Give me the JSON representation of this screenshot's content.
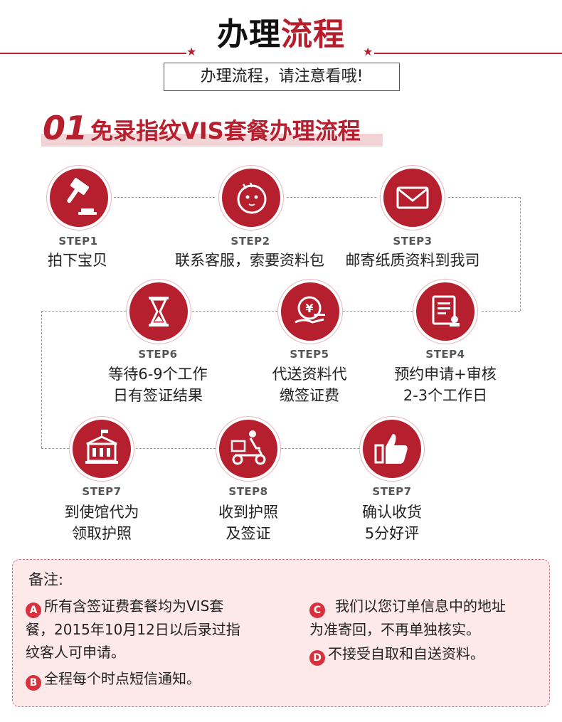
{
  "header": {
    "title_part1": "办理",
    "title_part2": "流程",
    "subtitle": "办理流程，请注意看哦!"
  },
  "section": {
    "number": "01",
    "title": "免录指纹VIS套餐办理流程"
  },
  "steps": [
    {
      "label": "STEP1",
      "desc": [
        "拍下宝贝"
      ],
      "icon": "gavel-icon"
    },
    {
      "label": "STEP2",
      "desc": [
        "联系客服，索要资料包"
      ],
      "icon": "chat-mascot-icon"
    },
    {
      "label": "STEP3",
      "desc": [
        "邮寄纸质资料到我司"
      ],
      "icon": "envelope-icon"
    },
    {
      "label": "STEP4",
      "desc": [
        "预约申请+审核",
        "2-3个工作日"
      ],
      "icon": "document-stamp-icon"
    },
    {
      "label": "STEP5",
      "desc": [
        "代送资料代",
        "缴签证费"
      ],
      "icon": "yen-coin-hand-icon"
    },
    {
      "label": "STEP6",
      "desc": [
        "等待6-9个工作",
        "日有签证结果"
      ],
      "icon": "hourglass-icon"
    },
    {
      "label": "STEP7",
      "desc": [
        "到使馆代为",
        "领取护照"
      ],
      "icon": "embassy-building-icon"
    },
    {
      "label": "STEP8",
      "desc": [
        "收到护照",
        "及签证"
      ],
      "icon": "delivery-scooter-icon"
    },
    {
      "label": "STEP7",
      "desc": [
        "确认收货",
        "5分好评"
      ],
      "icon": "thumbs-up-icon"
    }
  ],
  "notes": {
    "title": "备注:",
    "a_badge": "A",
    "a_lines": [
      "所有含签证费套餐均为VIS套",
      "餐，2015年10月12日以后录过指",
      "纹客人可申请。"
    ],
    "b_badge": "B",
    "b_text": "全程每个时点短信通知。",
    "c_badge": "C",
    "c_lines": [
      "我们以您订单信息中的地址",
      "为准寄回，不再单独核实。"
    ],
    "d_badge": "D",
    "d_text": "不接受自取和自送资料。"
  },
  "colors": {
    "accent": "#b51f2e",
    "note_bg": "#fde8ea",
    "badge": "#d6313c"
  }
}
